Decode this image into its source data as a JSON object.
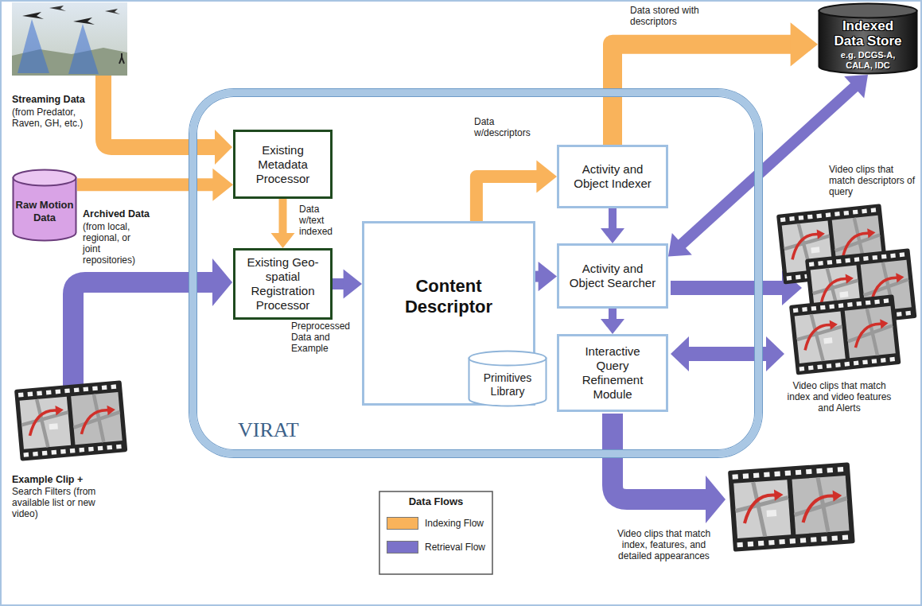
{
  "diagram": {
    "nodes": [
      {
        "text": [
          "VIRAT"
        ]
      },
      {
        "text": [
          "Existing Metadata Processor"
        ],
        "in": 0
      },
      {
        "text": [
          "Existing Geo-spatial Registration Processor"
        ],
        "in": 0
      },
      {
        "text": [
          "Content Descriptor"
        ],
        "in": 0
      },
      {
        "text": [
          "Primitives Library"
        ],
        "in": 3
      },
      {
        "text": [
          "Activity and Object Indexer"
        ],
        "in": 0
      },
      {
        "text": [
          "Activity and Object Searcher"
        ],
        "in": 0
      },
      {
        "text": [
          "Interactive Query Refinement Module"
        ],
        "in": 0
      },
      {
        "text": [
          "Indexed Data Store",
          "e.g. DCGS-A, CALA, IDC"
        ]
      },
      {
        "text": [
          "Raw Motion Data"
        ]
      }
    ],
    "edges": [
      {
        "from": 9,
        "to": 1,
        "arrow": "to"
      },
      {
        "from": 1,
        "to": 2,
        "arrow": "to"
      },
      {
        "from": 2,
        "to": 3,
        "arrow": "to"
      },
      {
        "from": 3,
        "to": 5,
        "arrow": "to"
      },
      {
        "from": 3,
        "to": 6,
        "arrow": "to"
      },
      {
        "from": 5,
        "to": 6,
        "arrow": "to"
      },
      {
        "from": 6,
        "to": 7,
        "arrow": "to"
      },
      {
        "from": 5,
        "to": 8,
        "arrow": "to"
      },
      {
        "from": 8,
        "to": 6,
        "arrow": "both"
      }
    ],
    "labels": [
      "Streaming Data",
      "(from Predator, Raven, GH, etc.)",
      "Archived Data",
      "(from local, regional, or joint repositories)",
      "Example Clip +",
      "Search Filters (from available list or new video)",
      "Data w/text indexed",
      "Preprocessed Data and Example",
      "Data w/descriptors",
      "Data stored with descriptors",
      "Video clips that match descriptors of query",
      "Video clips that match index and video features and Alerts",
      "Video clips that match index, features, and detailed appearances",
      "Data Flows"
    ],
    "legend": [
      {
        "text": "Indexing Flow",
        "color": "#f9b35b"
      },
      {
        "text": "Retrieval Flow",
        "color": "#7b72c9"
      }
    ]
  }
}
